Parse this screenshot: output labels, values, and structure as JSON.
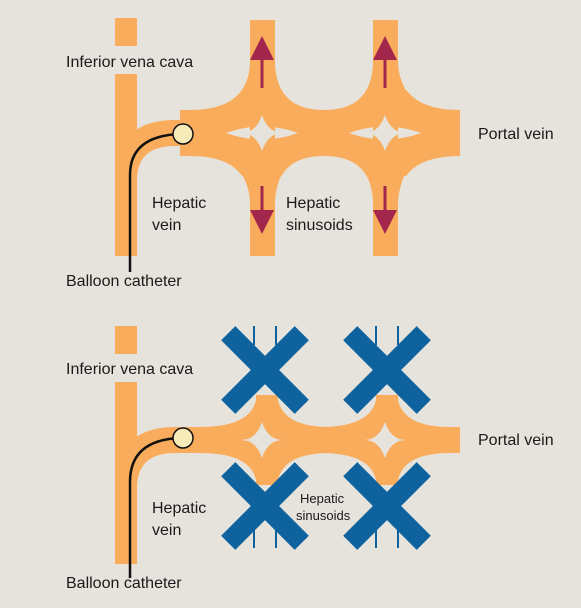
{
  "top_panel": {
    "label_ivc": "Inferior vena cava",
    "label_portal": "Portal vein",
    "label_hepatic_vein_1": "Hepatic",
    "label_hepatic_vein_2": "vein",
    "label_sinusoids_1": "Hepatic",
    "label_sinusoids_2": "sinusoids",
    "label_catheter": "Balloon catheter"
  },
  "bottom_panel": {
    "label_ivc": "Inferior vena cava",
    "label_portal": "Portal vein",
    "label_hepatic_vein_1": "Hepatic",
    "label_hepatic_vein_2": "vein",
    "label_sinusoids_1": "Hepatic",
    "label_sinusoids_2": "sinusoids",
    "label_catheter": "Balloon catheter"
  },
  "colors": {
    "background": "#e6e3dd",
    "vessel": "#f9ad5c",
    "arrow": "#a3264c",
    "cross": "#0e639e",
    "catheter": "#111111",
    "balloon": "#f7ecb7"
  }
}
